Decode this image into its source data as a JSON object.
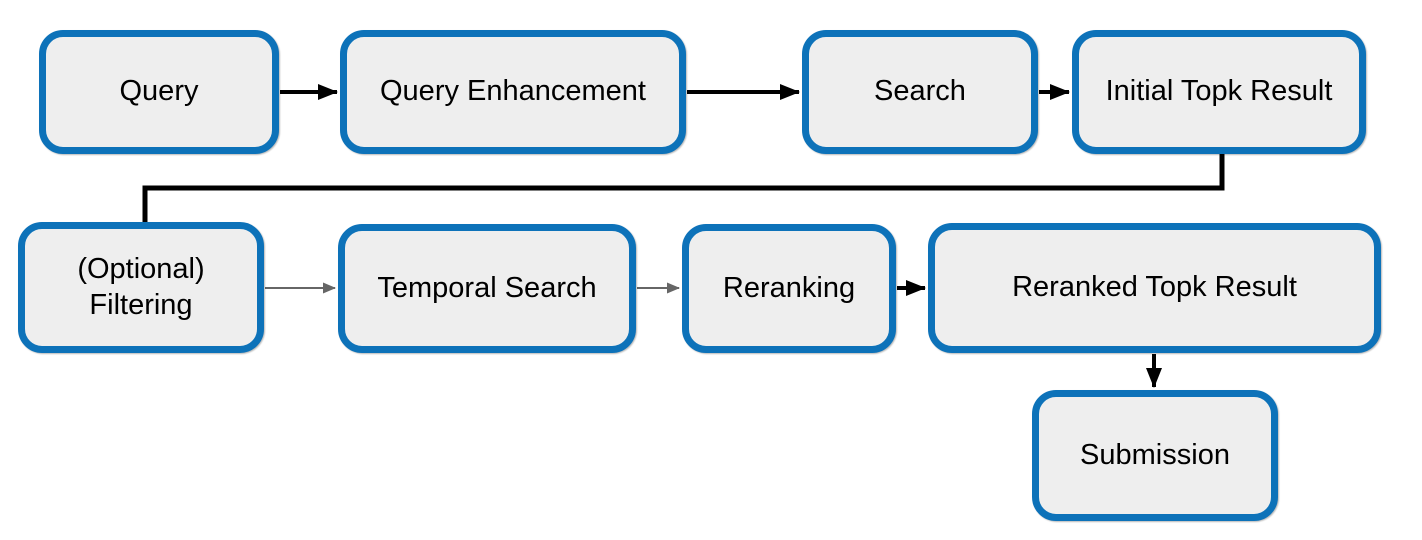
{
  "diagram": {
    "type": "flowchart",
    "colors": {
      "node_border": "#0d72b9",
      "node_fill": "#eeeeee",
      "text": "#000000",
      "arrow_primary": "#000000",
      "arrow_secondary": "#666666",
      "background": "#ffffff"
    },
    "nodes": [
      {
        "id": "query",
        "label": "Query"
      },
      {
        "id": "query-enhancement",
        "label": "Query Enhancement"
      },
      {
        "id": "search",
        "label": "Search"
      },
      {
        "id": "initial-topk-result",
        "label": "Initial Topk Result"
      },
      {
        "id": "optional-filtering",
        "label": "(Optional) Filtering"
      },
      {
        "id": "temporal-search",
        "label": "Temporal Search"
      },
      {
        "id": "reranking",
        "label": "Reranking"
      },
      {
        "id": "reranked-topk-result",
        "label": "Reranked Topk Result"
      },
      {
        "id": "submission",
        "label": "Submission"
      }
    ],
    "edges": [
      {
        "from": "query",
        "to": "query-enhancement",
        "style": "black-arrow"
      },
      {
        "from": "query-enhancement",
        "to": "search",
        "style": "black-arrow"
      },
      {
        "from": "search",
        "to": "initial-topk-result",
        "style": "black-arrow"
      },
      {
        "from": "initial-topk-result",
        "to": "optional-filtering",
        "style": "black-elbow-no-head"
      },
      {
        "from": "optional-filtering",
        "to": "temporal-search",
        "style": "gray-arrow"
      },
      {
        "from": "temporal-search",
        "to": "reranking",
        "style": "gray-arrow"
      },
      {
        "from": "reranking",
        "to": "reranked-topk-result",
        "style": "black-arrow"
      },
      {
        "from": "reranked-topk-result",
        "to": "submission",
        "style": "black-arrow"
      }
    ]
  }
}
